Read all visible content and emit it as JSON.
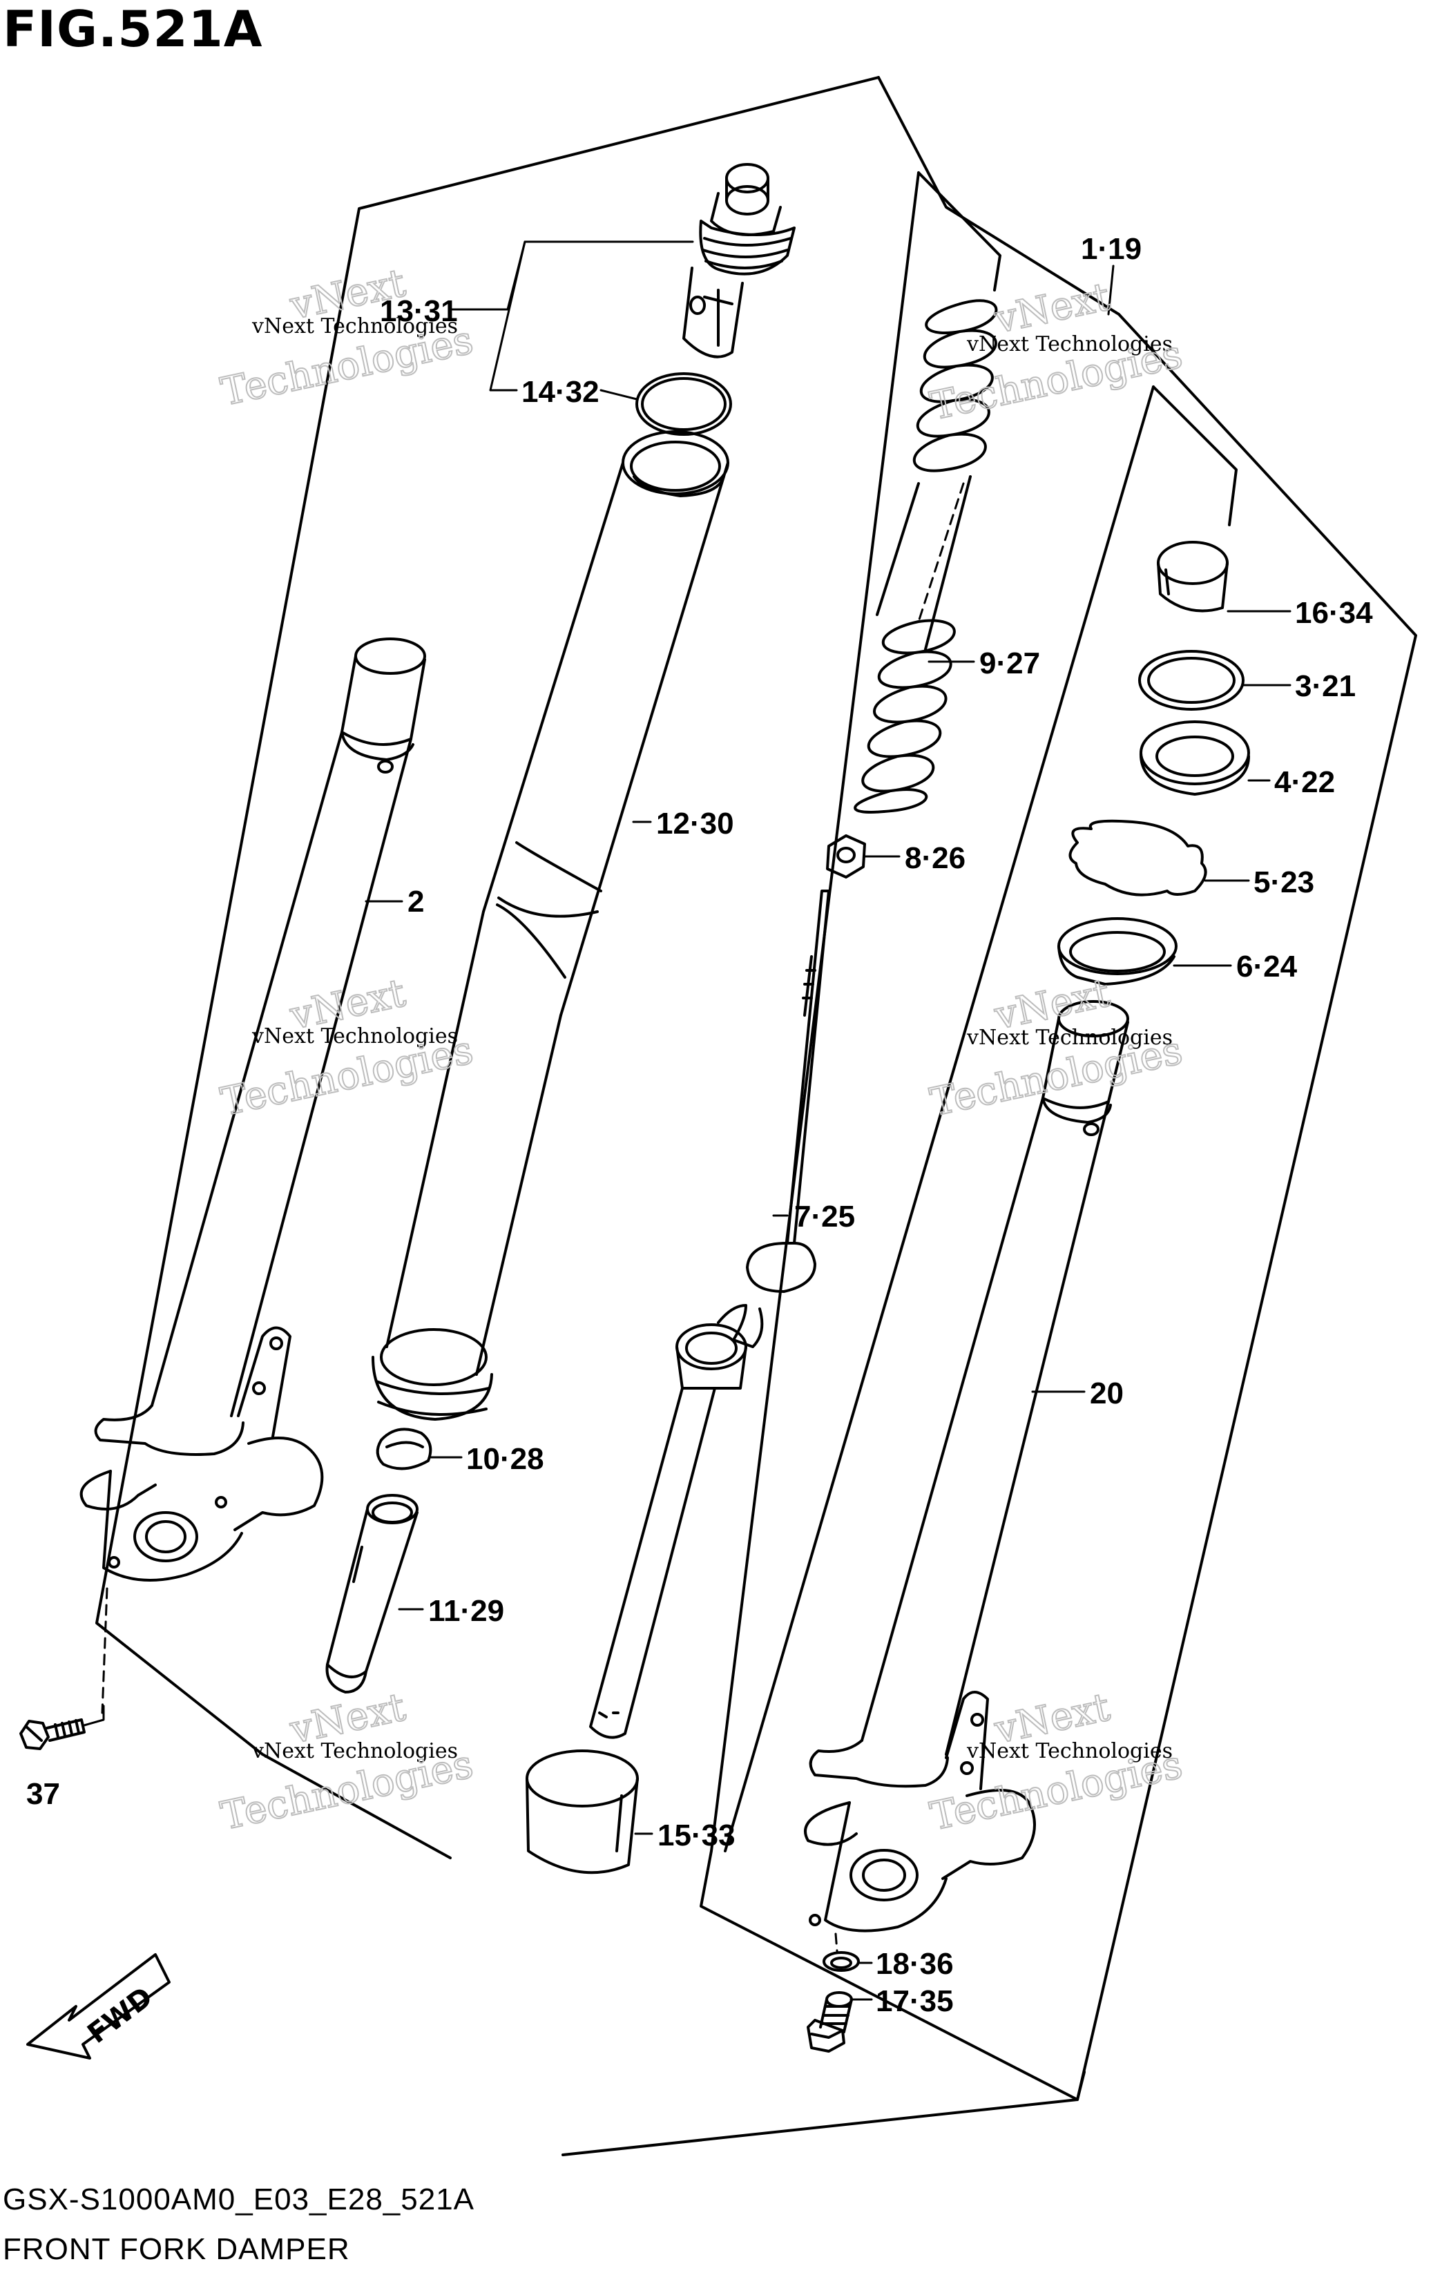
{
  "figure": {
    "title": "FIG.521A",
    "model_code": "GSX-S1000AM0_E03_E28_521A",
    "caption": "FRONT FORK DAMPER"
  },
  "callouts": [
    {
      "id": "c1",
      "label": "1·19"
    },
    {
      "id": "c2",
      "label": "2"
    },
    {
      "id": "c3",
      "label": "3·21"
    },
    {
      "id": "c4",
      "label": "4·22"
    },
    {
      "id": "c5",
      "label": "5·23"
    },
    {
      "id": "c6",
      "label": "6·24"
    },
    {
      "id": "c7",
      "label": "7·25"
    },
    {
      "id": "c8",
      "label": "8·26"
    },
    {
      "id": "c9",
      "label": "9·27"
    },
    {
      "id": "c10",
      "label": "10·28"
    },
    {
      "id": "c11",
      "label": "11·29"
    },
    {
      "id": "c12",
      "label": "12·30"
    },
    {
      "id": "c13",
      "label": "13·31"
    },
    {
      "id": "c14",
      "label": "14·32"
    },
    {
      "id": "c15",
      "label": "15·33"
    },
    {
      "id": "c16",
      "label": "16·34"
    },
    {
      "id": "c17",
      "label": "17·35"
    },
    {
      "id": "c18",
      "label": "18·36"
    },
    {
      "id": "c20",
      "label": "20"
    },
    {
      "id": "c37",
      "label": "37"
    }
  ],
  "direction_marker": "FWD",
  "watermark": {
    "line1": "vNext Technologies",
    "line2": "vNext",
    "line3": "Technologies"
  }
}
